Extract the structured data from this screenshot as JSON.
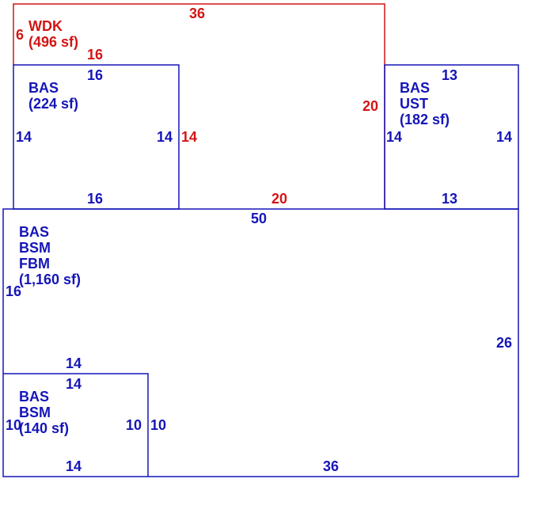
{
  "colors": {
    "living": "#1515b8",
    "deck": "#d41515",
    "background": "#ffffff"
  },
  "areas": {
    "wdk": {
      "lines": [
        "WDK",
        "(496 sf)"
      ]
    },
    "bas_top": {
      "lines": [
        "BAS",
        "(224 sf)"
      ]
    },
    "bas_ust": {
      "lines": [
        "BAS",
        "UST",
        "(182 sf)"
      ]
    },
    "main": {
      "lines": [
        "BAS",
        "BSM",
        "FBM",
        "(1,160 sf)"
      ]
    },
    "bas_bsm": {
      "lines": [
        "BAS",
        "BSM",
        "(140 sf)"
      ]
    }
  },
  "dims": {
    "wdk_top": "36",
    "wdk_left": "6",
    "wdk_bottom_left": "16",
    "wdk_right": "20",
    "wdk_inner_left": "14",
    "wdk_bottom_mid": "20",
    "bas_top_top": "16",
    "bas_top_left": "14",
    "bas_top_right": "14",
    "bas_top_bottom": "16",
    "ust_top": "13",
    "ust_left": "14",
    "ust_right": "14",
    "ust_bottom": "13",
    "main_top": "50",
    "main_left": "16",
    "main_right": "26",
    "main_inner_top": "14",
    "main_bottom": "36",
    "main_inner_right": "10",
    "bsm_top": "14",
    "bsm_left": "10",
    "bsm_right": "10",
    "bsm_bottom": "14"
  }
}
